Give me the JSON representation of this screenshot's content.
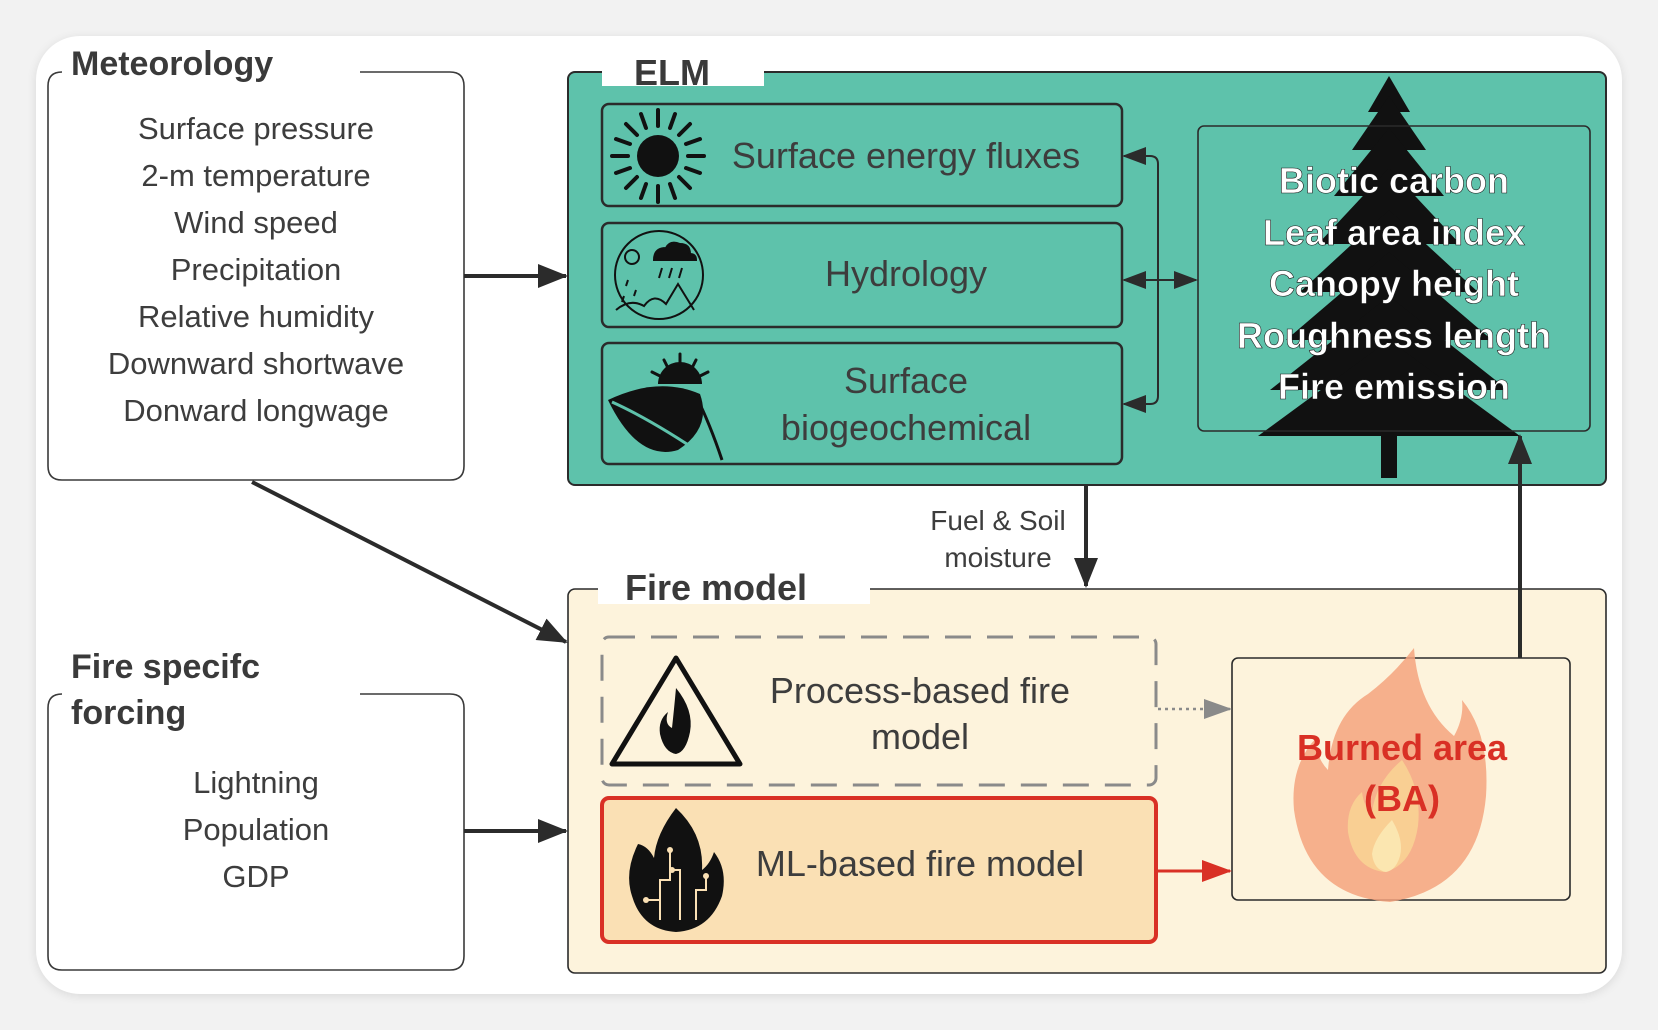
{
  "colors": {
    "elm_fill": "#5ec2ab",
    "fire_fill": "#fdf3dc",
    "ml_fill": "#fae0b4",
    "ml_border": "#d93025",
    "burned_text": "#d93025",
    "dark": "#2b2b2b"
  },
  "meteorology": {
    "title": "Meteorology",
    "items": [
      "Surface pressure",
      "2-m temperature",
      "Wind speed",
      "Precipitation",
      "Relative humidity",
      "Downward shortwave",
      "Donward longwage"
    ]
  },
  "fire_forcing": {
    "title_line1": "Fire specifc",
    "title_line2": "forcing",
    "items": [
      "Lightning",
      "Population",
      "GDP"
    ]
  },
  "elm": {
    "title": "ELM",
    "modules": {
      "energy": {
        "label": "Surface energy fluxes",
        "icon": "sun-icon"
      },
      "hydrology": {
        "label": "Hydrology",
        "icon": "hydrology-icon"
      },
      "biogeo": {
        "label_line1": "Surface",
        "label_line2": "biogeochemical",
        "icon": "leaf-sun-icon"
      }
    },
    "outputs": [
      "Biotic carbon",
      "Leaf area index",
      "Canopy height",
      "Roughness length",
      "Fire emission"
    ],
    "background_icon": "tree-icon"
  },
  "link_label": {
    "line1": "Fuel & Soil",
    "line2": "moisture"
  },
  "fire_model": {
    "title": "Fire model",
    "process": {
      "line1": "Process-based fire",
      "line2": "model",
      "icon": "fire-warning-icon"
    },
    "ml": {
      "label": "ML-based fire model",
      "icon": "circuit-flame-icon"
    },
    "burned": {
      "line1": "Burned area",
      "line2": "(BA)",
      "icon": "flame-icon"
    }
  }
}
